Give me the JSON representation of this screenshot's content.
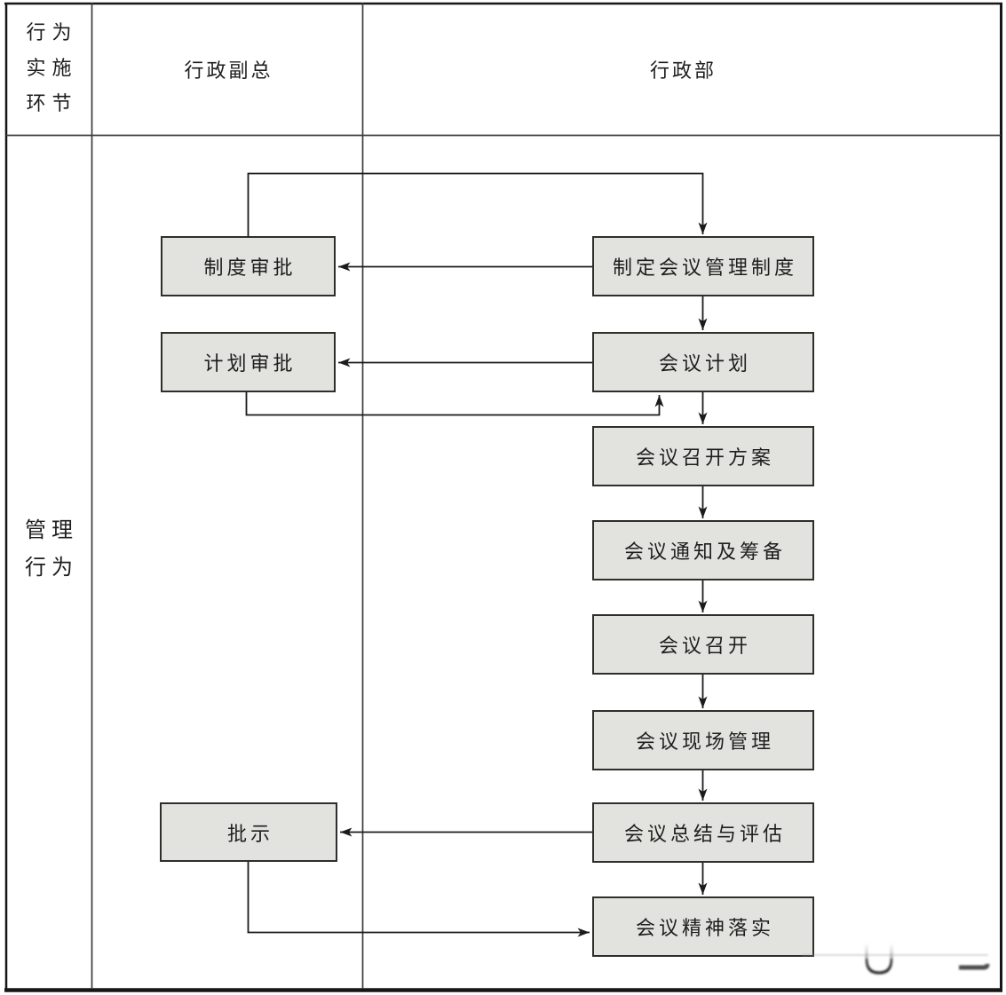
{
  "header": {
    "steps_label": "行为\n实施\n环节",
    "lane_vp_label": "行政副总",
    "lane_dept_label": "行政部"
  },
  "row_label": "管理\n行为",
  "nodes": {
    "draft_system": {
      "label": "制定会议管理制度",
      "lane": "行政部"
    },
    "system_approval": {
      "label": "制度审批",
      "lane": "行政副总"
    },
    "meeting_plan": {
      "label": "会议计划",
      "lane": "行政部"
    },
    "plan_approval": {
      "label": "计划审批",
      "lane": "行政副总"
    },
    "meeting_scheme": {
      "label": "会议召开方案",
      "lane": "行政部"
    },
    "notice_prep": {
      "label": "会议通知及筹备",
      "lane": "行政部"
    },
    "convene": {
      "label": "会议召开",
      "lane": "行政部"
    },
    "onsite_mgmt": {
      "label": "会议现场管理",
      "lane": "行政部"
    },
    "summary_eval": {
      "label": "会议总结与评估",
      "lane": "行政部"
    },
    "instructions": {
      "label": "批示",
      "lane": "行政副总"
    },
    "spirit_impl": {
      "label": "会议精神落实",
      "lane": "行政部"
    }
  },
  "edges": [
    {
      "from": "制定会议管理制度",
      "to": "制度审批"
    },
    {
      "from": "制度审批",
      "to": "制定会议管理制度"
    },
    {
      "from": "制定会议管理制度",
      "to": "会议计划"
    },
    {
      "from": "会议计划",
      "to": "计划审批"
    },
    {
      "from": "计划审批",
      "to": "会议计划"
    },
    {
      "from": "会议计划",
      "to": "会议召开方案"
    },
    {
      "from": "会议召开方案",
      "to": "会议通知及筹备"
    },
    {
      "from": "会议通知及筹备",
      "to": "会议召开"
    },
    {
      "from": "会议召开",
      "to": "会议现场管理"
    },
    {
      "from": "会议现场管理",
      "to": "会议总结与评估"
    },
    {
      "from": "会议总结与评估",
      "to": "批示"
    },
    {
      "from": "会议总结与评估",
      "to": "会议精神落实"
    },
    {
      "from": "批示",
      "to": "会议精神落实"
    }
  ],
  "colors": {
    "node_fill": "#e2e3de",
    "node_border": "#2e2e2b",
    "line": "#1b1b1b",
    "grid": "#3d3d3d"
  }
}
